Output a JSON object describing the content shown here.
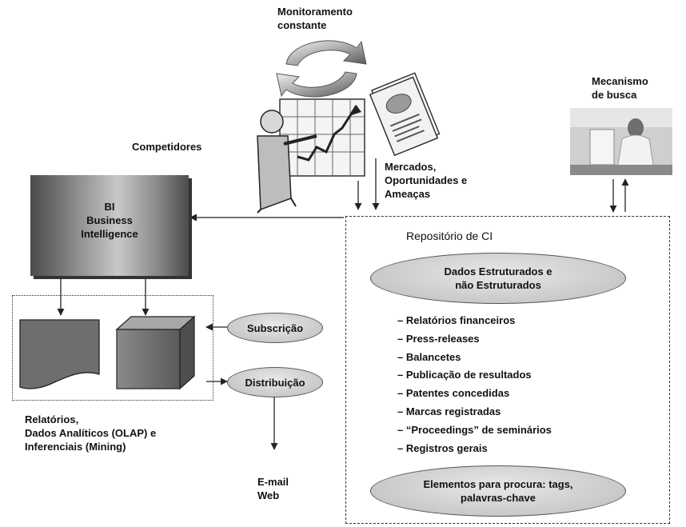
{
  "labels": {
    "monitoramento": "Monitoramento\nconstante",
    "competidores": "Competidores",
    "mercados": "Mercados,\nOportunidades e\nAmeaças",
    "mecanismo": "Mecanismo\nde busca",
    "bi": "BI\nBusiness\nIntelligence",
    "repositorio": "Repositório de CI",
    "subscricao": "Subscrição",
    "distribuicao": "Distribuição",
    "relatorios": "Relatórios,\nDados Analíticos (OLAP) e\nInferenciais (Mining)",
    "email_web": "E-mail\nWeb",
    "dados": "Dados Estruturados e\nnão Estruturados",
    "elementos": "Elementos para procura: tags,\npalavras-chave"
  },
  "repository_items": [
    "– Relatórios financeiros",
    "– Press-releases",
    "– Balancetes",
    "– Publicação de resultados",
    "– Patentes concedidas",
    "– Marcas registradas",
    "– “Proceedings” de seminários",
    "– Registros gerais"
  ],
  "icons": {
    "cycle": "cycle-arrows-icon",
    "chart_man": "man-with-chart-icon",
    "report": "report-document-icon",
    "search_photo": "person-at-computer-icon",
    "document": "document-icon",
    "cube": "cube-icon"
  },
  "colors": {
    "box_dark": "#4a4a4a",
    "box_light": "#c8c8c8",
    "ellipse_fill": "#c9c9c9",
    "line": "#222222"
  }
}
